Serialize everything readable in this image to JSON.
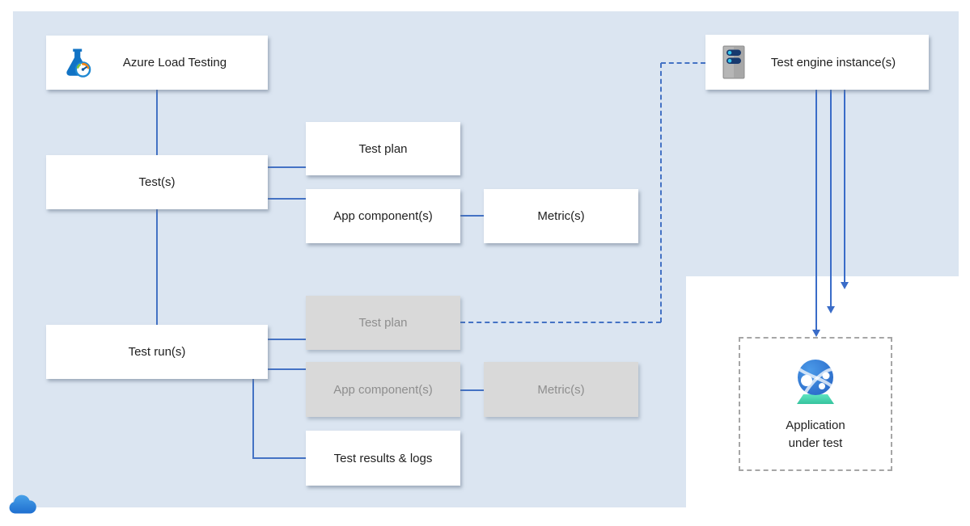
{
  "diagram_title": "Azure Load Testing architecture diagram",
  "colors": {
    "region_background": "#dbe5f1",
    "connector_blue": "#4472c4",
    "arrow_blue": "#3a6cc8",
    "node_white": "#ffffff",
    "node_gray": "#d9d9d9",
    "gray_text": "#8e8e8e",
    "dashed_border_gray": "#a6a6a6",
    "flask_blue": "#1173c5",
    "server_navy": "#17396e",
    "server_cyan": "#35c8ee",
    "globe_blue": "#2e78d2",
    "stand_teal": "#4fdab6",
    "cloud_blue": "#2e7fd8"
  },
  "nodes": {
    "azure_load_testing": {
      "label": "Azure Load Testing",
      "icon": "load-testing-flask-gauge-icon"
    },
    "tests": {
      "label": "Test(s)"
    },
    "test_runs": {
      "label": "Test run(s)"
    },
    "test_plan": {
      "label": "Test plan"
    },
    "app_components": {
      "label": "App component(s)"
    },
    "metrics": {
      "label": "Metric(s)"
    },
    "run_test_plan": {
      "label": "Test plan"
    },
    "run_app_components": {
      "label": "App component(s)"
    },
    "run_metrics": {
      "label": "Metric(s)"
    },
    "test_results_logs": {
      "label": "Test results & logs"
    },
    "test_engine_instances": {
      "label": "Test engine instance(s)",
      "icon": "server-icon"
    },
    "application_under_test": {
      "label": "Application under test",
      "icon": "globe-on-stand-icon"
    }
  },
  "decorations": {
    "cloud": "cloud-icon"
  }
}
